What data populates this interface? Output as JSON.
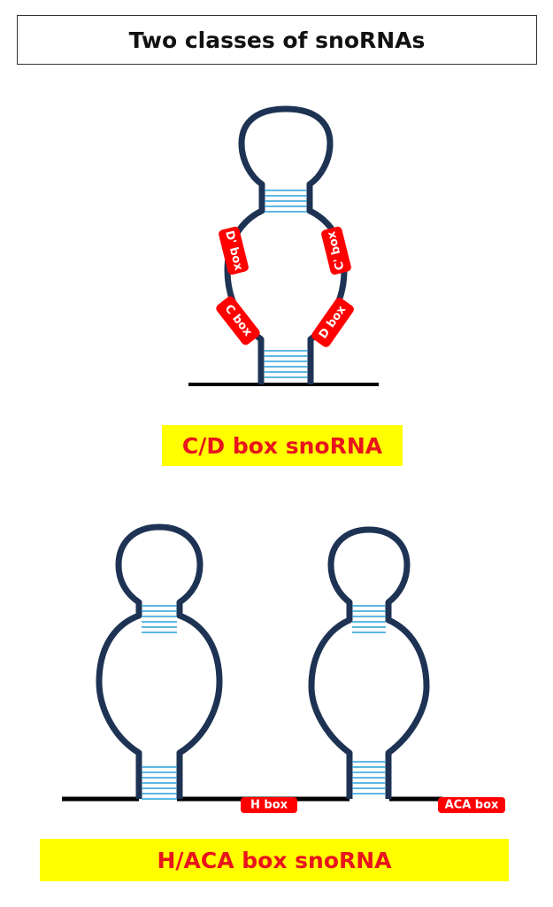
{
  "title": "Two classes of snoRNAs",
  "cd_snorna": {
    "label": "C/D box snoRNA",
    "boxes": {
      "d_prime": "D' box",
      "c_prime": "C' box",
      "c": "C box",
      "d": "D box"
    }
  },
  "haca_snorna": {
    "label": "H/ACA box snoRNA",
    "boxes": {
      "h": "H box",
      "aca": "ACA box"
    }
  },
  "colors": {
    "rna_strand": "#1e3354",
    "base_pair": "#2a9fd8",
    "box_fill": "#ff0000",
    "label_background": "#ffff00",
    "label_text": "#e8141c"
  }
}
